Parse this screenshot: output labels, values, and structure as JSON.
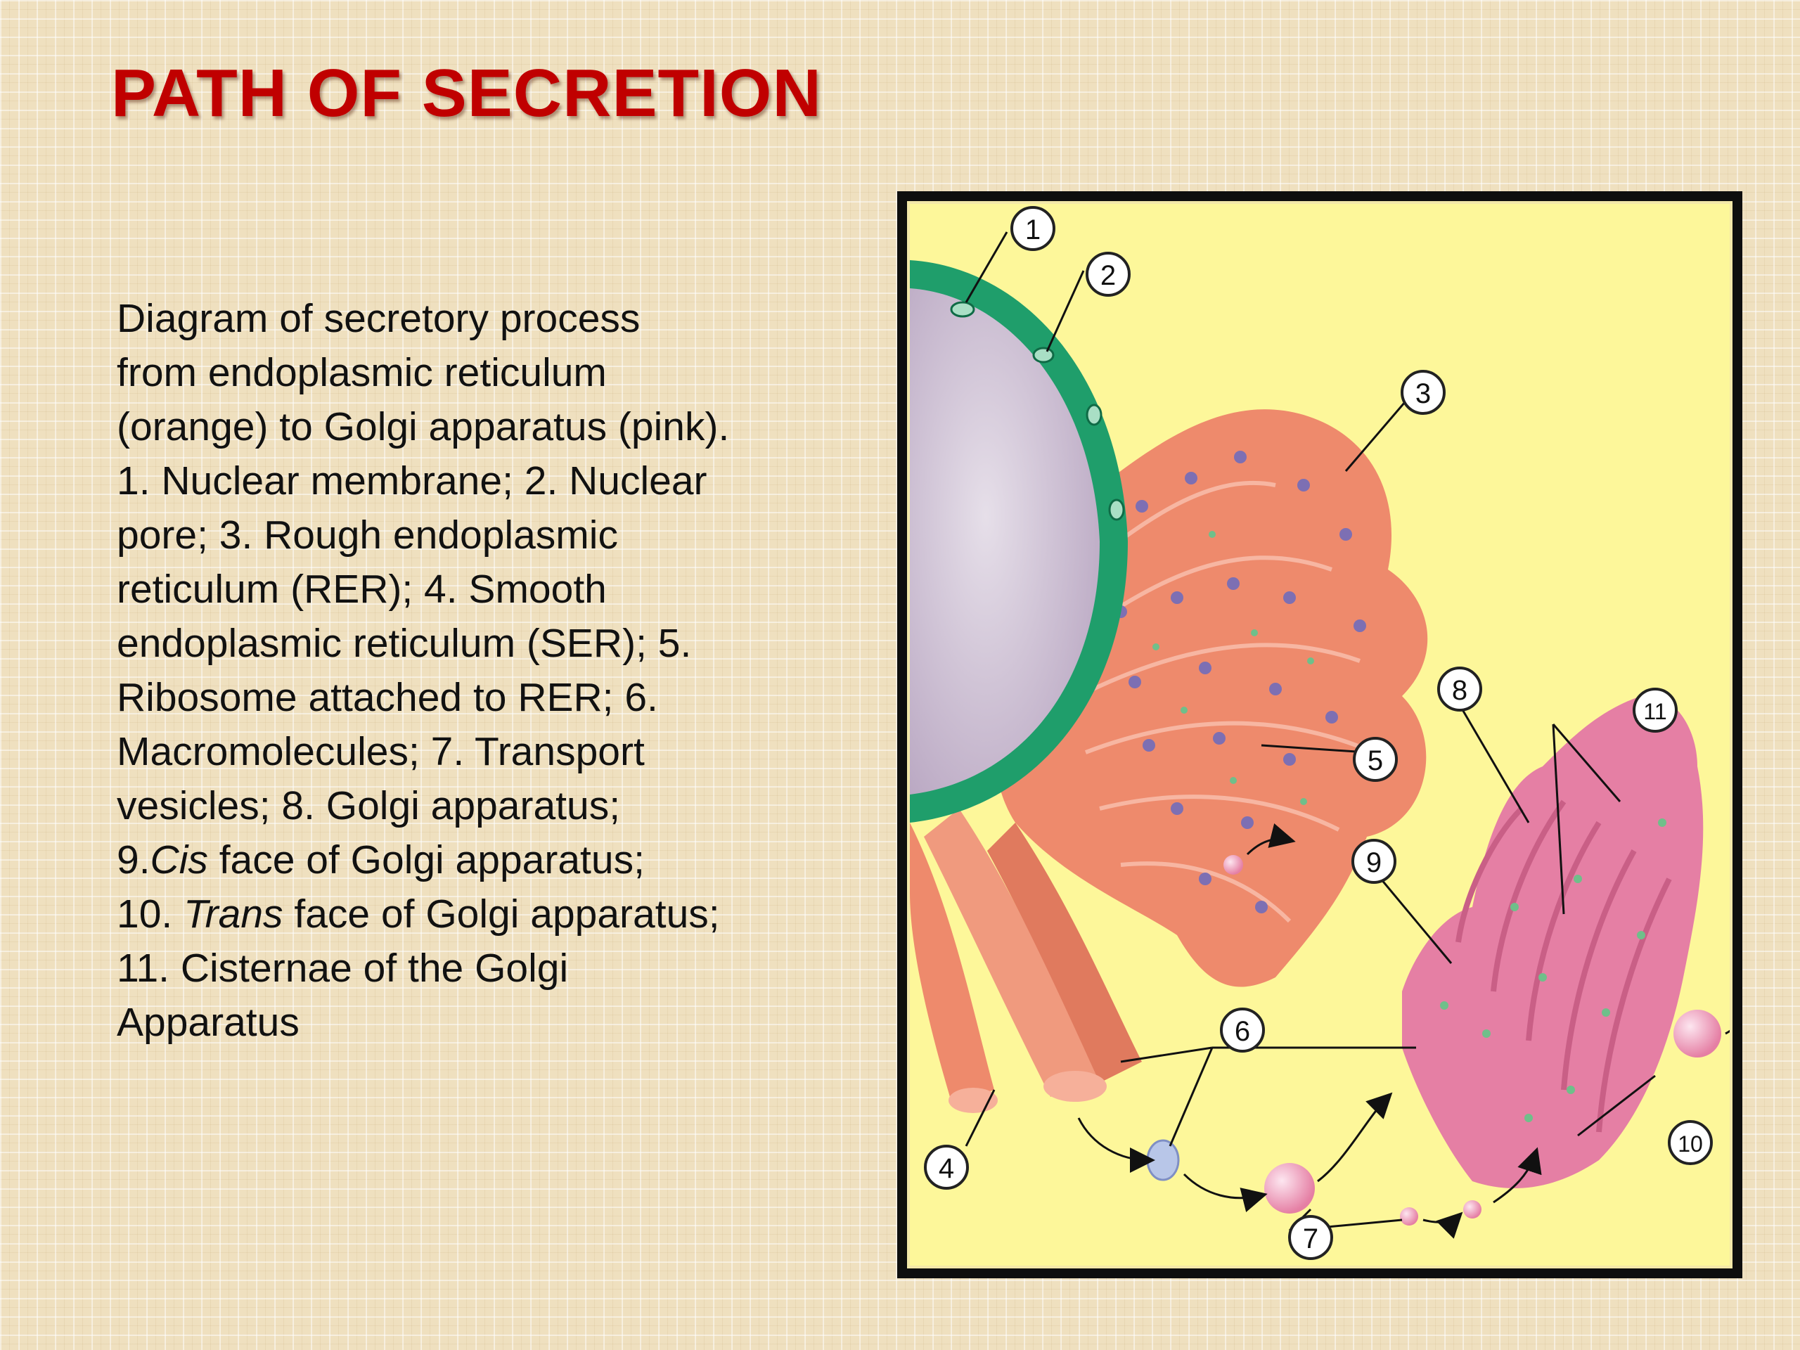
{
  "slide": {
    "title": "PATH OF SECRETION",
    "caption_lines": [
      "Diagram of secretory process",
      "from endoplasmic reticulum",
      "(orange) to Golgi apparatus (pink).",
      "1. Nuclear membrane; 2. Nuclear",
      "pore; 3. Rough endoplasmic",
      "reticulum (RER); 4. Smooth",
      "endoplasmic reticulum (SER); 5.",
      "Ribosome attached to RER; 6.",
      "Macromolecules; 7. Transport",
      "vesicles; 8. Golgi apparatus;"
    ],
    "caption_line_cis": {
      "prefix": "9.",
      "italic": "Cis",
      "suffix": " face of Golgi apparatus;"
    },
    "caption_line_trans": {
      "prefix": "10. ",
      "italic": "Trans",
      "suffix": " face of Golgi apparatus;"
    },
    "caption_tail": [
      "11. Cisternae of the Golgi",
      "Apparatus"
    ]
  },
  "diagram": {
    "callouts": [
      "1",
      "2",
      "3",
      "4",
      "5",
      "6",
      "7",
      "8",
      "9",
      "10",
      "11"
    ]
  },
  "colors": {
    "title": "#c00000",
    "nuclear_membrane": "#1f9e6b",
    "nucleus": "#cfc2d6",
    "er": "#ee8a6c",
    "golgi": "#e57fa4",
    "background_panel": "#fdf79a"
  }
}
